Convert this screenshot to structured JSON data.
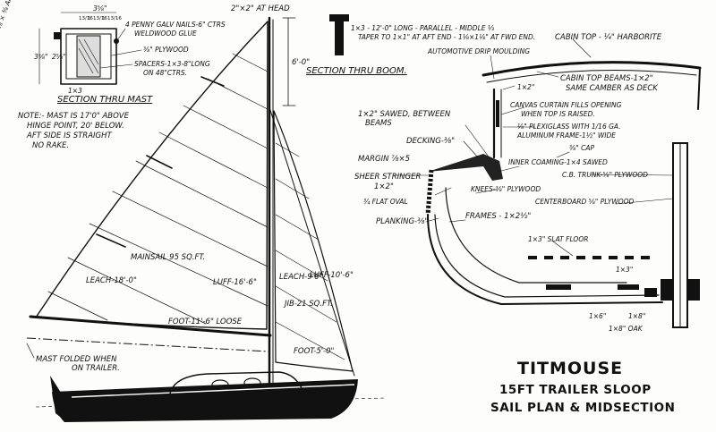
{
  "title_block": {
    "name": "TITMOUSE",
    "line1": "15FT  TRAILER SLOOP",
    "line2": "SAIL PLAN & MIDSECTION"
  },
  "mast_section": {
    "header": "SECTION THRU MAST",
    "sail_track": "⅞ × ⅜ AND SAIL TRACK",
    "nails": "4 PENNY GALV NAILS-6\" CTRS",
    "glue": "WELDWOOD GLUE",
    "plywood": "⅜\" PLYWOOD",
    "spacers": "SPACERS-1×3-8\"LONG",
    "spacers2": "ON 48\"CTRS.",
    "dim_top": "3⅝\"",
    "dim_side": "3⅝\"",
    "dim_inner": "2⅝\"",
    "dim_1x3": "1×3",
    "dims_small": [
      "13/16",
      "1",
      "13/16",
      "1",
      "13/16"
    ]
  },
  "mast_note": [
    "NOTE:- MAST IS 17'0\" ABOVE",
    "HINGE POINT, 20' BELOW.",
    "AFT SIDE IS STRAIGHT",
    "NO RAKE."
  ],
  "boom_section": {
    "header": "SECTION THRU BOOM.",
    "desc1": "1×3 - 12'-0\" LONG - PARALLEL - MIDDLE ⅓",
    "desc2": "TAPER TO 1×1\" AT AFT END - 1⅛×1⅛\" AT FWD END."
  },
  "sail_plan": {
    "head": "2\"×2\" AT HEAD",
    "dim_height": "6'-0\"",
    "mainsail": "MAINSAIL 95 SQ.FT.",
    "leach_main": "LEACH-18'-0\"",
    "luff_main": "LUFF-16'-6\"",
    "leach_jib": "LEACH-9'6\"",
    "luff_jib": "LUFF-10'-6\"",
    "jib": "JIB-21 SQ.FT.",
    "foot_main": "FOOT-11'-6\" LOOSE",
    "foot_jib": "FOOT-5'-0\"",
    "mast_folded": [
      "MAST FOLDED WHEN",
      "ON TRAILER."
    ]
  },
  "midsection": {
    "cabin_top": "CABIN TOP - ¼\" HARBORITE",
    "drip": "AUTOMOTIVE DRIP MOULDING",
    "beams": "CABIN TOP BEAMS-1×2\"",
    "beams2": "SAME CAMBER AS DECK",
    "one_by_two": "1×2\"",
    "canvas": "CANVAS CURTAIN FILLS OPENING",
    "canvas2": "WHEN TOP IS RAISED.",
    "plexi": "⅛\" PLEXIGLASS WITH 1/16 GA.",
    "plexi2": "ALUMINUM FRAME-1½\" WIDE",
    "sawed": "1×2\" SAWED, BETWEEN",
    "sawed2": "BEAMS",
    "decking": "DECKING-⅜\"",
    "cap": "⅜\" CAP",
    "margin": "MARGIN ⅞×5",
    "coaming": "INNER COAMING-1×4 SAWED",
    "sheer": "SHEER STRINGER",
    "sheer2": "1×2\"",
    "trunk": "C.B. TRUNK-⅝\" PLYWOOD",
    "oval": "¾ FLAT OVAL",
    "knees": "KNEES-⅜\" PLYWOOD",
    "centerboard": "CENTERBOARD ⅝\" PLYWOOD",
    "planking": "PLANKING-⅜\"",
    "frames": "FRAMES - 1×2½\"",
    "slat": "1×3\" SLAT FLOOR",
    "dim_1x3": "1×3\"",
    "dim_1x6": "1×6\"",
    "dim_1x8": "1×8\"",
    "oak": "1×8\" OAK"
  }
}
